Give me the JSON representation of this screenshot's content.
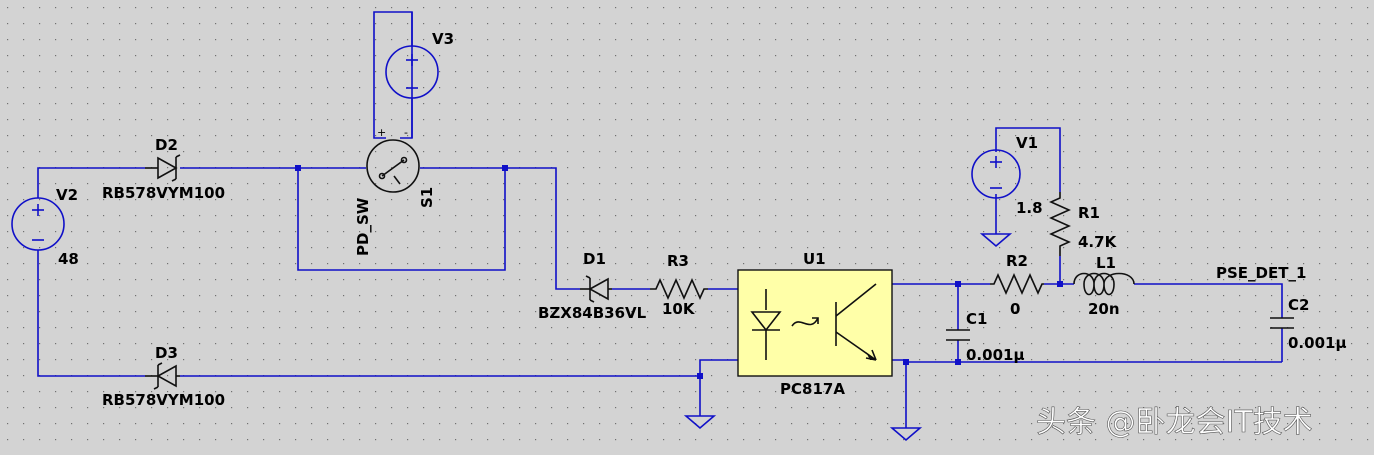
{
  "components": {
    "V1": {
      "ref": "V1",
      "value": "1.8"
    },
    "V2": {
      "ref": "V2",
      "value": "48"
    },
    "V3": {
      "ref": "V3"
    },
    "D1": {
      "ref": "D1",
      "value": "BZX84B36VL"
    },
    "D2": {
      "ref": "D2",
      "value": "RB578VYM100"
    },
    "D3": {
      "ref": "D3",
      "value": "RB578VYM100"
    },
    "R1": {
      "ref": "R1",
      "value": "4.7K"
    },
    "R2": {
      "ref": "R2",
      "value": "0"
    },
    "R3": {
      "ref": "R3",
      "value": "10K"
    },
    "L1": {
      "ref": "L1",
      "value": "20n"
    },
    "C1": {
      "ref": "C1",
      "value": "0.001μ"
    },
    "C2": {
      "ref": "C2",
      "value": "0.001μ"
    },
    "U1": {
      "ref": "U1",
      "value": "PC817A"
    },
    "S1": {
      "ref": "S1",
      "value": "PD_SW"
    }
  },
  "net_labels": {
    "pse_det": "PSE_DET_1"
  },
  "watermark": "头条 @卧龙会IT技术",
  "colors": {
    "background": "#d3d3d3",
    "wire": "#1010c8",
    "optocoupler_fill": "#ffffa8",
    "grid_dot": "#707070"
  }
}
